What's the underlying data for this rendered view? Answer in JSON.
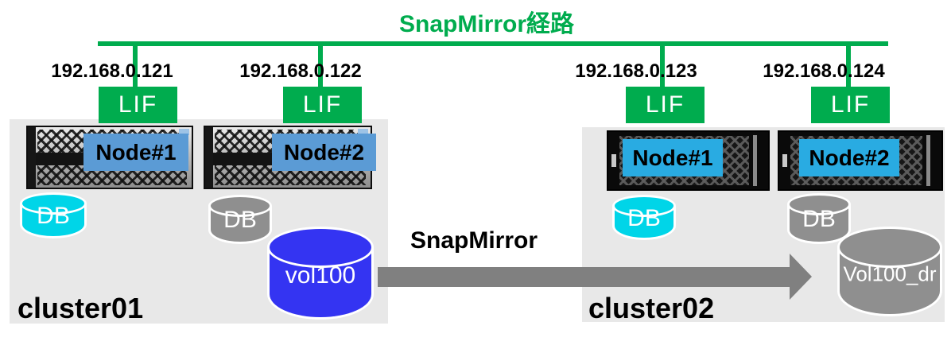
{
  "title": "SnapMirror経路",
  "colors": {
    "green": "#00AC4E",
    "node_blue_1": "#5B9BD5",
    "node_blue_2": "#29ABE2",
    "db_cyan": "#00D5E8",
    "vol_blue": "#3434F2",
    "vol_gray": "#8F8F8F",
    "arrow_gray": "#808080",
    "cluster_bg": "#E8E8E8"
  },
  "network": {
    "lifs": [
      {
        "ip": "192.168.0.121",
        "label": "LIF"
      },
      {
        "ip": "192.168.0.122",
        "label": "LIF"
      },
      {
        "ip": "192.168.0.123",
        "label": "LIF"
      },
      {
        "ip": "192.168.0.124",
        "label": "LIF"
      }
    ]
  },
  "replication": {
    "label": "SnapMirror"
  },
  "clusters": [
    {
      "name": "cluster01",
      "nodes": [
        {
          "label": "Node#1"
        },
        {
          "label": "Node#2"
        }
      ],
      "volumes": [
        {
          "label": "DB",
          "color": "cyan"
        },
        {
          "label": "DB",
          "color": "gray"
        },
        {
          "label": "vol100",
          "color": "blue"
        }
      ]
    },
    {
      "name": "cluster02",
      "nodes": [
        {
          "label": "Node#1"
        },
        {
          "label": "Node#2"
        }
      ],
      "volumes": [
        {
          "label": "DB",
          "color": "cyan"
        },
        {
          "label": "DB",
          "color": "gray"
        },
        {
          "label": "Vol100_dr",
          "color": "gray"
        }
      ]
    }
  ]
}
